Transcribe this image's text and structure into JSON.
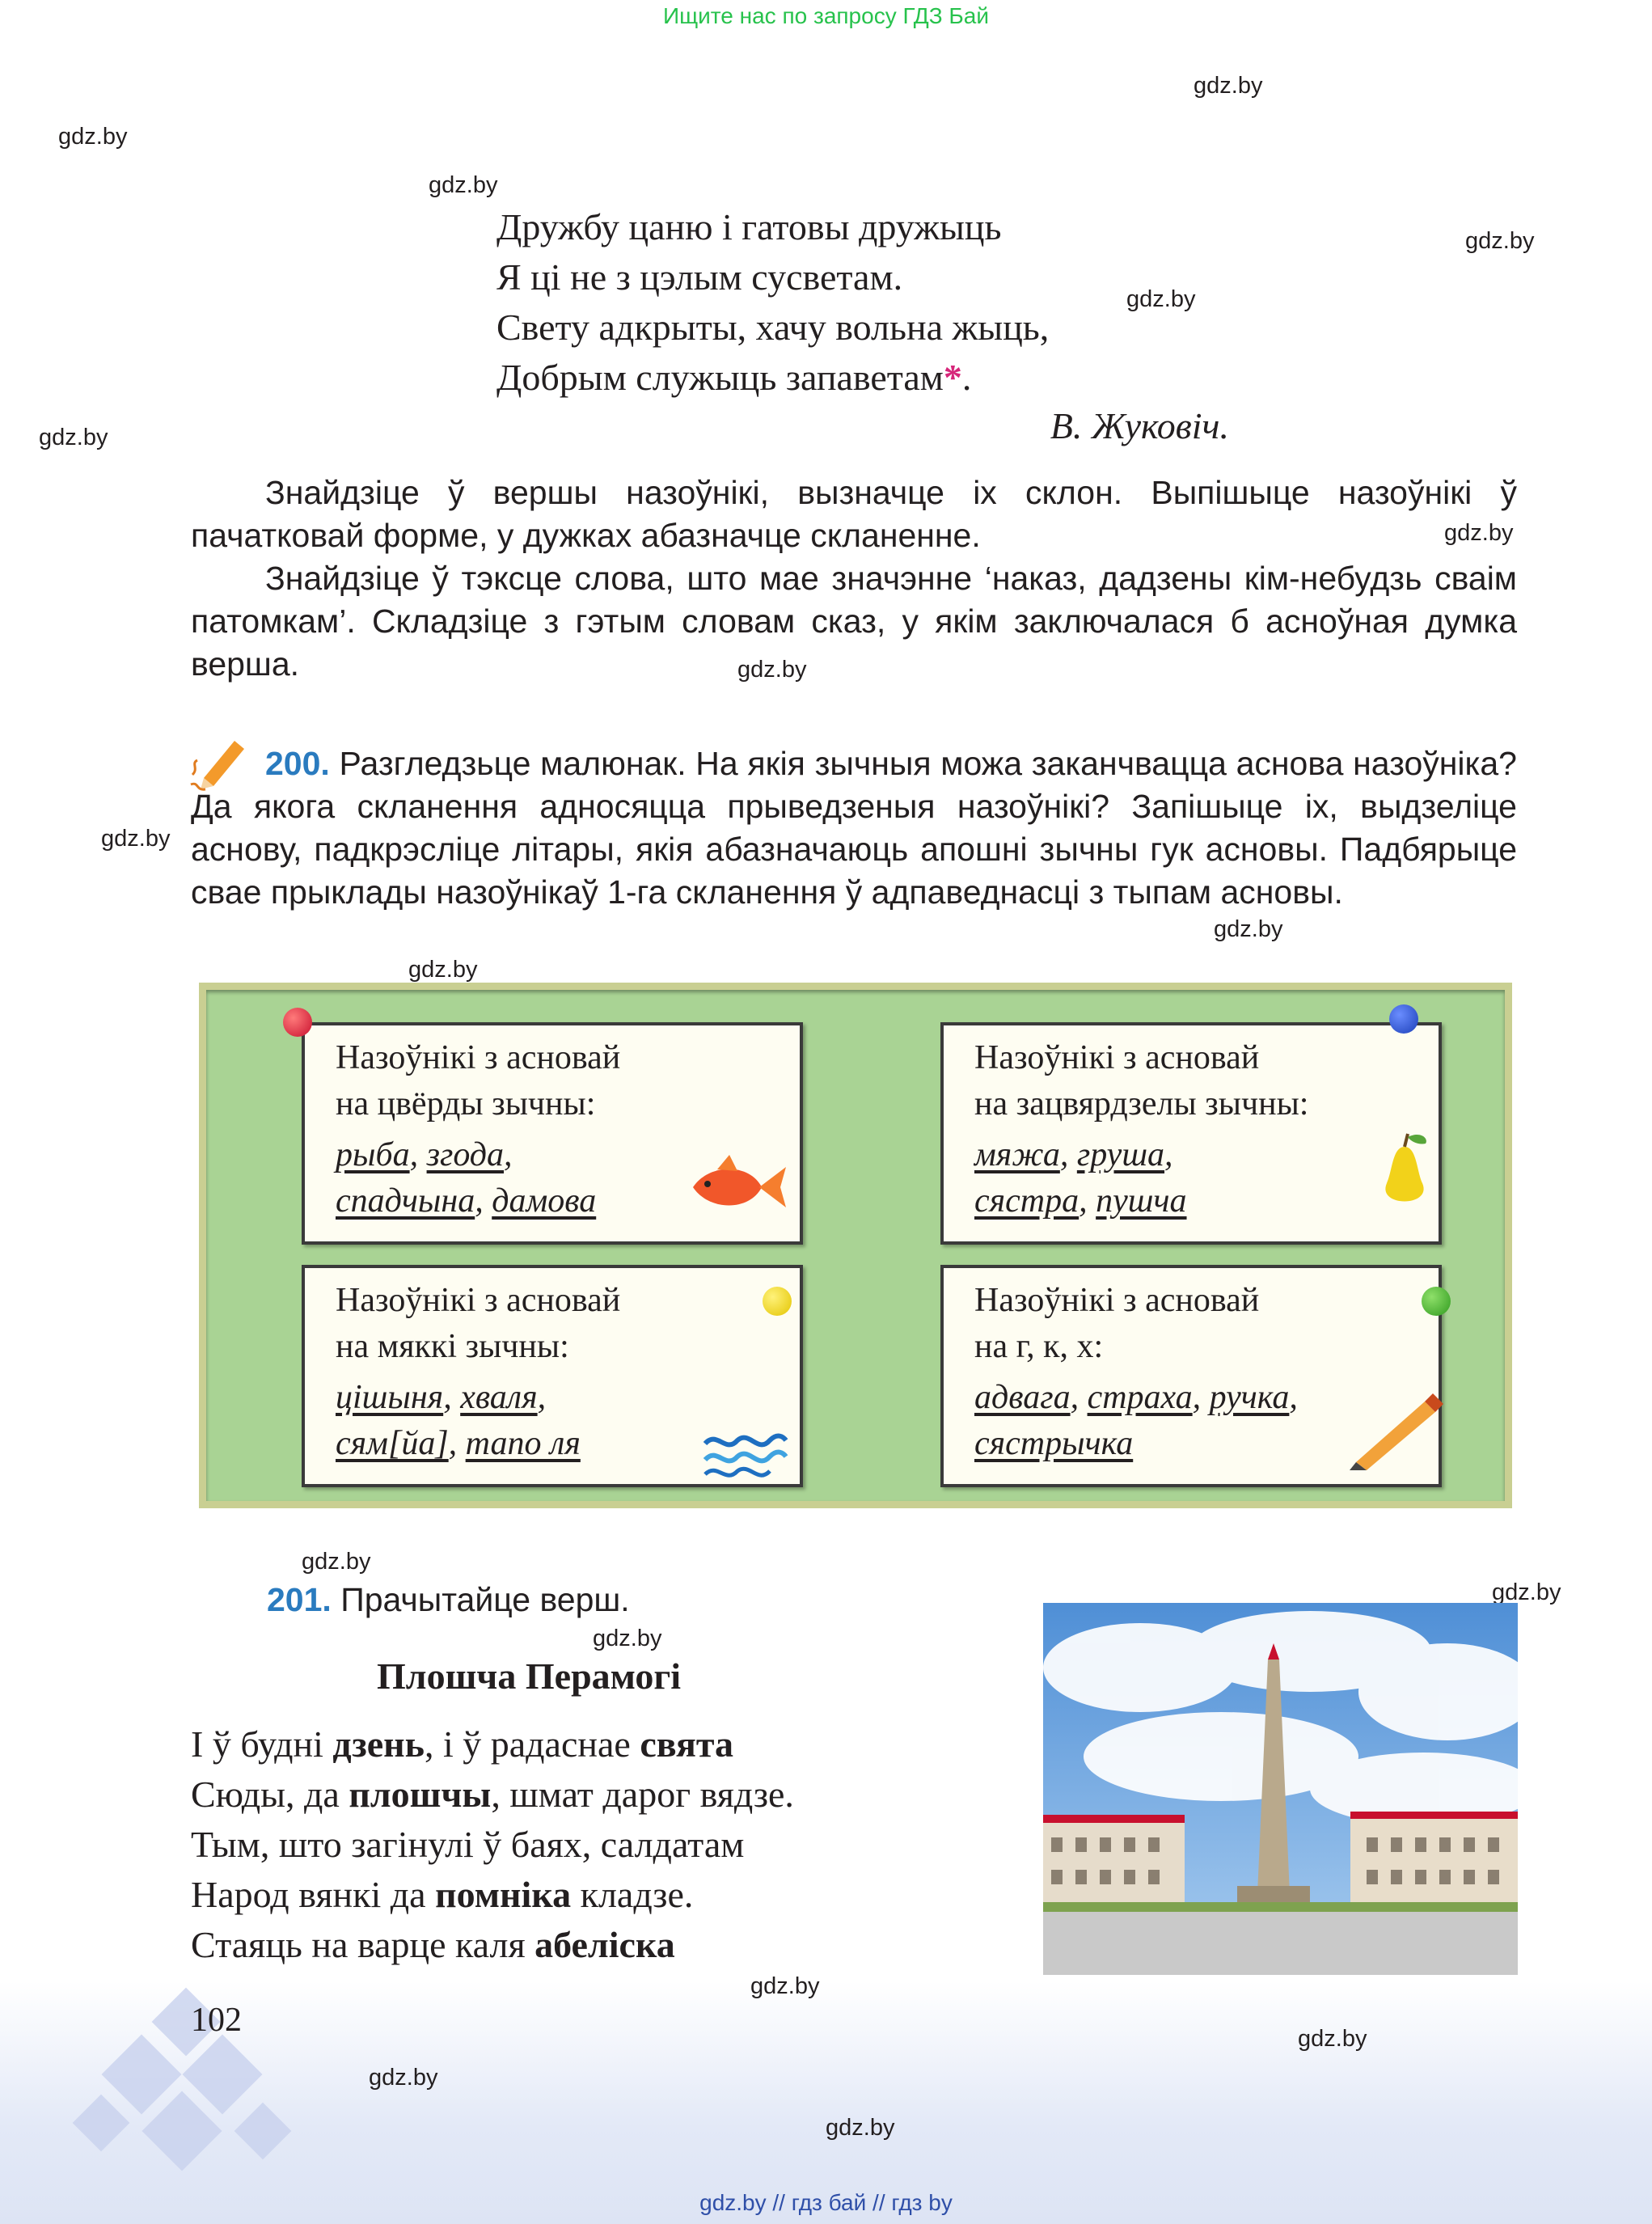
{
  "header_link": "Ищите нас по запросу ГДЗ Бай",
  "footer_link": "gdz.by // гдз бай // гдз by",
  "watermark": "gdz.by",
  "poem1": {
    "lines": [
      "Дружбу цаню і гатовы дружыць",
      "Я ці не з цэлым сусветам.",
      "Свету адкрыты, хачу вольна жыць,",
      "Добрым служыць запаветам"
    ],
    "star": "*",
    "period": ".",
    "author": "В. Жуковіч."
  },
  "tasks": {
    "p1": "Знайдзіце ў вершы назоўнікі, вызначце іх склон. Выпішыце назоўнікі ў пачатковай форме, у дужках абазначце скланенне.",
    "p2": "Знайдзіце ў тэксце слова, што мае значэнне ‘наказ, дадзены кім-небудзь сваім патомкам’. Складзіце з гэтым словам сказ, у якім заключалася б асноўная думка верша."
  },
  "ex200": {
    "number": "200.",
    "text": "Разгледзьце малюнак. На якія зычныя можа заканчвацца аснова назоўніка? Да якога скланення адносяцца прыведзеныя назоўнікі? Запішыце іх, выдзеліце аснову, падкрэсліце літары, якія абазначаюць апошні зычны гук асновы. Падбярыце свае прыклады назоўнікаў 1-га скланення ў адпаведнасці з тыпам асновы."
  },
  "cards": [
    {
      "h1": "Назоўнікі з асновай",
      "h2": "на цвёрды зычны:",
      "w1": "рыба",
      "w2": "згода",
      "w3": "спадчына",
      "w4": "дамова"
    },
    {
      "h1": "Назоўнікі з асновай",
      "h2": "на зацвярдзелы зычны:",
      "w1": "мяжа",
      "w2": "груша",
      "w3": "сястра",
      "w4": "пушча"
    },
    {
      "h1": "Назоўнікі з асновай",
      "h2": "на мяккі зычны:",
      "w1": "цішыня",
      "w2": "хваля",
      "w3": "сям[йа]",
      "w4": "тапо ля"
    },
    {
      "h1": "Назоўнікі з асновай",
      "h2": "на г, к, х:",
      "w1": "адвага",
      "w2": "страха",
      "w3": "ручка",
      "w4": "сястрычка"
    }
  ],
  "ex201": {
    "number": "201.",
    "text": "Прачытайце верш.",
    "title": "Плошча Перамогі",
    "lines": [
      [
        "І ў будні ",
        "дзень",
        ", і ў радаснае ",
        "свята",
        ""
      ],
      [
        "Сюды, да ",
        "плошчы",
        ", шмат дарог вядзе.",
        "",
        ""
      ],
      [
        "Тым, што загінулі ў баях, салдатам",
        "",
        "",
        "",
        ""
      ],
      [
        "Народ вянкі да ",
        "помніка",
        " кладзе.",
        "",
        ""
      ],
      [
        "Стаяць на варце каля ",
        "абеліска",
        "",
        "",
        ""
      ]
    ]
  },
  "page_number": "102",
  "colors": {
    "accent_blue": "#2a7bbf",
    "header_green": "#27c24c",
    "board_green": "#a9d394",
    "star_magenta": "#d6267a"
  }
}
